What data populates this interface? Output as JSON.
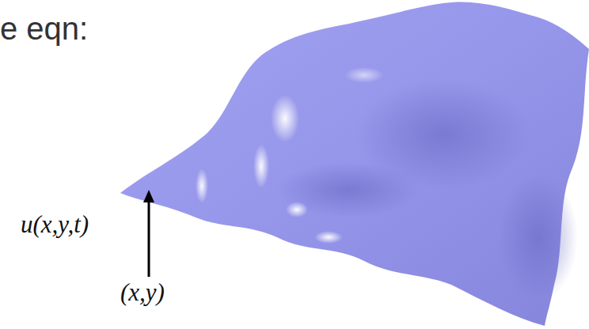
{
  "diagram": {
    "labels": [
      "e eqn:",
      "u(x,y,t)",
      "(x,y)"
    ]
  }
}
